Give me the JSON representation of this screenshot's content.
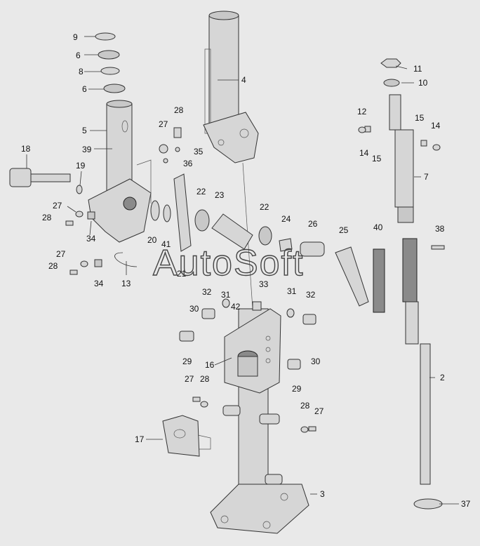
{
  "watermark": "AutoSoft",
  "callouts": [
    "9",
    "6",
    "8",
    "6",
    "5",
    "39",
    "18",
    "19",
    "27",
    "28",
    "34",
    "27",
    "28",
    "34",
    "13",
    "20",
    "41",
    "21",
    "22",
    "23",
    "22",
    "24",
    "26",
    "25",
    "28",
    "27",
    "35",
    "36",
    "4",
    "11",
    "10",
    "12",
    "15",
    "14",
    "14",
    "15",
    "7",
    "40",
    "38",
    "2",
    "37",
    "32",
    "31",
    "30",
    "42",
    "33",
    "31",
    "32",
    "29",
    "16",
    "30",
    "29",
    "27",
    "28",
    "28",
    "27",
    "17",
    "3"
  ]
}
